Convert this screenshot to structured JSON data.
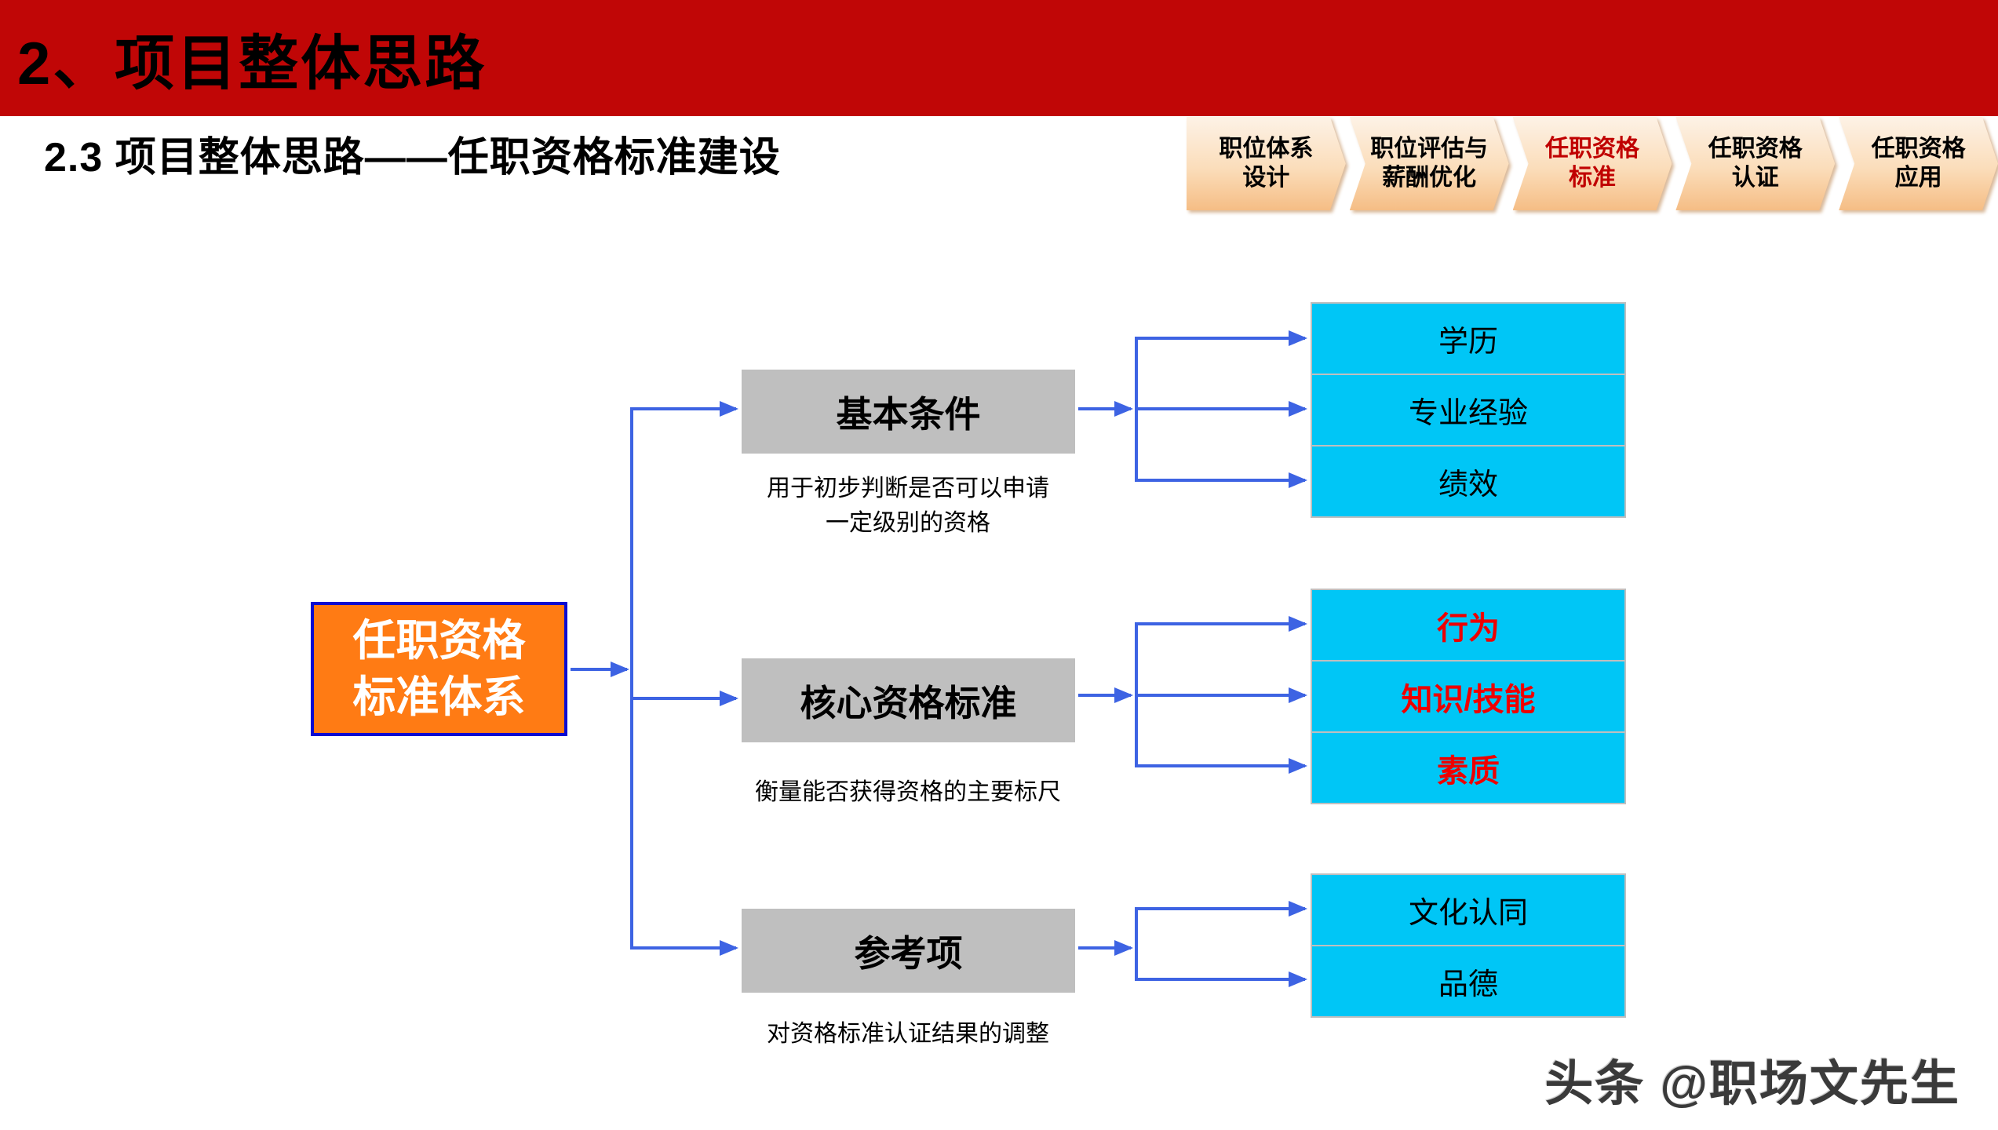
{
  "colors": {
    "banner": "#C00606",
    "accent_red": "#C00000",
    "orange": "#FF7B14",
    "orange_border": "#0B0BD1",
    "gray_box": "#BFBFBF",
    "cyan": "#00C6F6",
    "red_item": "#EE0000",
    "line_blue": "#3D63E3",
    "tab_fill_top": "#FDF2E6",
    "tab_fill_mid": "#FBDDBA",
    "tab_fill_bottom": "#F5BD85",
    "watermark_color": "#3A3A3A"
  },
  "header": {
    "title": "2、项目整体思路",
    "subtitle": "2.3  项目整体思路——任职资格标准建设"
  },
  "tabs": {
    "active_index": 2,
    "items": [
      {
        "line1": "职位体系",
        "line2": "设计"
      },
      {
        "line1": "职位评估与",
        "line2": "薪酬优化"
      },
      {
        "line1": "任职资格",
        "line2": "标准"
      },
      {
        "line1": "任职资格",
        "line2": "认证"
      },
      {
        "line1": "任职资格",
        "line2": "应用"
      }
    ]
  },
  "diagram": {
    "root": {
      "text": "任职资格\n标准体系"
    },
    "branches": [
      {
        "title": "基本条件",
        "caption": "用于初步判断是否可以申请\n一定级别的资格",
        "items": [
          "学历",
          "专业经验",
          "绩效"
        ]
      },
      {
        "title": "核心资格标准",
        "caption": "衡量能否获得资格的主要标尺",
        "items": [
          "行为",
          "知识/技能",
          "素质"
        ],
        "item_text_color": "#EE0000"
      },
      {
        "title": "参考项",
        "caption": "对资格标准认证结果的调整",
        "items": [
          "文化认同",
          "品德"
        ]
      }
    ]
  },
  "watermark": {
    "text": "头条 @职场文先生"
  }
}
